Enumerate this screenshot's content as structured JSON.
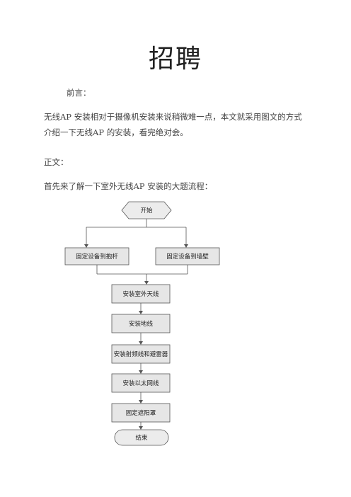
{
  "doc": {
    "title": "招聘",
    "intro_label": "前言：",
    "intro_text": "无线AP 安装相对于摄像机安装来说稍微难一点，本文就采用图文的方式介绍一下无线AP 的安装，看完绝对会。",
    "body_label": "正文：",
    "body_text": "首先来了解一下室外无线AP 安装的大题流程："
  },
  "flowchart": {
    "start": "开始",
    "branch_left": "固定设备到抱杆",
    "branch_right": "固定设备到墙壁",
    "steps": [
      "安装室外天线",
      "安装地线",
      "安装射频线和避雷器",
      "安装以太网线",
      "固定遮阳罩"
    ],
    "end": "结束"
  }
}
